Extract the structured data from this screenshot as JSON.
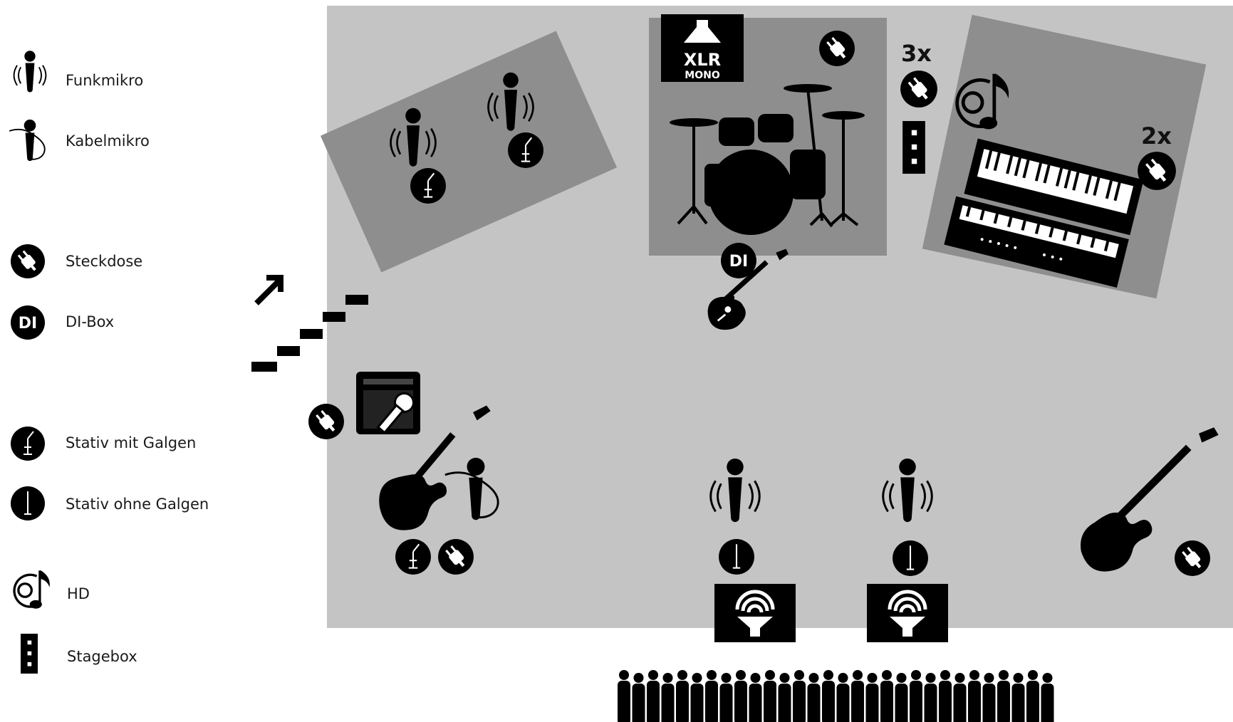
{
  "legend": [
    {
      "key": "funkmikro",
      "label": "Funkmikro",
      "icon": "wireless-mic-icon"
    },
    {
      "key": "kabelmikro",
      "label": "Kabelmikro",
      "icon": "cable-mic-icon"
    },
    {
      "key": "steckdose",
      "label": "Steckdose",
      "icon": "power-outlet-icon"
    },
    {
      "key": "dibox",
      "label": "DI-Box",
      "icon": "di-box-icon"
    },
    {
      "key": "stativ_mit",
      "label": "Stativ mit Galgen",
      "icon": "boom-stand-icon"
    },
    {
      "key": "stativ_ohne",
      "label": "Stativ ohne Galgen",
      "icon": "straight-stand-icon"
    },
    {
      "key": "hd",
      "label": "HD",
      "icon": "hard-disk-music-icon"
    },
    {
      "key": "stagebox",
      "label": "Stagebox",
      "icon": "stagebox-icon"
    }
  ],
  "stage": {
    "drum_badge_top": "XLR",
    "drum_badge_bottom": "MONO",
    "di_label": "DI",
    "outlet_count_drums": "3x",
    "outlet_count_keys": "2x"
  },
  "colors": {
    "stage_floor": "#c4c4c4",
    "riser": "#8e8e8e",
    "icon": "#000000",
    "background": "#ffffff"
  }
}
